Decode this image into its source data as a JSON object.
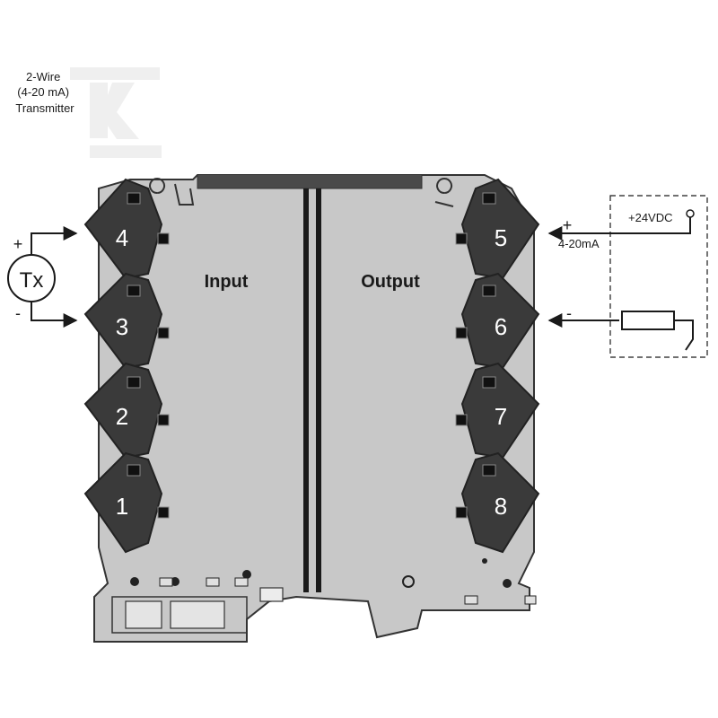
{
  "transmitter": {
    "lines": [
      "2-Wire",
      "(4-20 mA)",
      "Transmitter"
    ],
    "symbol": "Tx",
    "plus": "+",
    "minus": "-"
  },
  "module": {
    "input_label": "Input",
    "output_label": "Output",
    "body_color": "#c8c8c8",
    "terminal_color": "#3a3a3a"
  },
  "terminals": {
    "left": [
      "4",
      "3",
      "2",
      "1"
    ],
    "right": [
      "5",
      "6",
      "7",
      "8"
    ]
  },
  "output_loop": {
    "supply": "+24VDC",
    "plus": "+",
    "minus": "-",
    "signal": "4-20mA"
  }
}
